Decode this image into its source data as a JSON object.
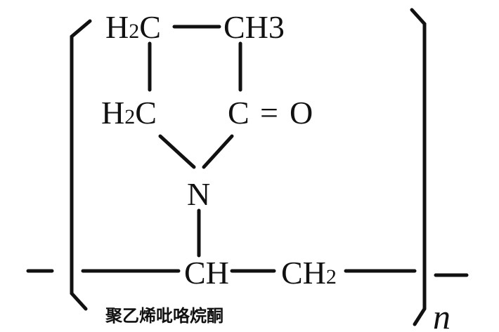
{
  "molecule": {
    "atoms": {
      "h2c_top": {
        "element": "H",
        "subscript": "2",
        "suffix": "C"
      },
      "ch3": {
        "text": "CH3"
      },
      "h2c_left": {
        "element": "H",
        "subscript": "2",
        "suffix": "C"
      },
      "carbonyl_c": {
        "text": "C"
      },
      "double_bond": {
        "text": "="
      },
      "oxygen": {
        "text": "O"
      },
      "nitrogen": {
        "text": "N"
      },
      "ch": {
        "text": "CH"
      },
      "ch2": {
        "prefix": "CH",
        "subscript": "2"
      }
    },
    "repeat_unit_label": "n",
    "caption": "聚乙烯吡咯烷酮"
  },
  "colors": {
    "ink": "#111111",
    "background": "#ffffff"
  }
}
